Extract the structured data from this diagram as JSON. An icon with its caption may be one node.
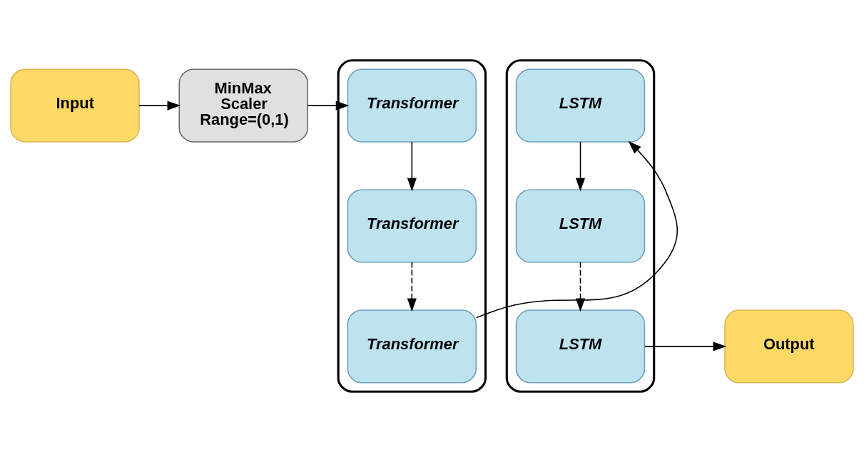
{
  "diagram": {
    "nodes": [
      {
        "text": [
          "Input"
        ]
      },
      {
        "text": [
          "MinMax Scaler Range=(0,1)"
        ]
      },
      {
        "text": [],
        "shape": "box"
      },
      {
        "text": [
          "Transformer"
        ],
        "in": 2
      },
      {
        "text": [
          "Transformer"
        ],
        "in": 2
      },
      {
        "text": [
          "Transformer"
        ],
        "in": 2
      },
      {
        "text": [],
        "shape": "box"
      },
      {
        "text": [
          "LSTM"
        ],
        "in": 6
      },
      {
        "text": [
          "LSTM"
        ],
        "in": 6
      },
      {
        "text": [
          "LSTM"
        ],
        "in": 6
      },
      {
        "text": [
          "Output"
        ]
      }
    ],
    "edges": [
      {
        "from": 0,
        "to": 1,
        "arrow": "to"
      },
      {
        "from": 1,
        "to": 3,
        "arrow": "to"
      },
      {
        "from": 3,
        "to": 4,
        "arrow": "to"
      },
      {
        "from": 4,
        "to": 5,
        "arrow": "to",
        "style": "dashed"
      },
      {
        "from": 5,
        "to": 7,
        "arrow": "to"
      },
      {
        "from": 7,
        "to": 8,
        "arrow": "to"
      },
      {
        "from": 8,
        "to": 9,
        "arrow": "to",
        "style": "dashed"
      },
      {
        "from": 9,
        "to": 10,
        "arrow": "to"
      }
    ]
  }
}
